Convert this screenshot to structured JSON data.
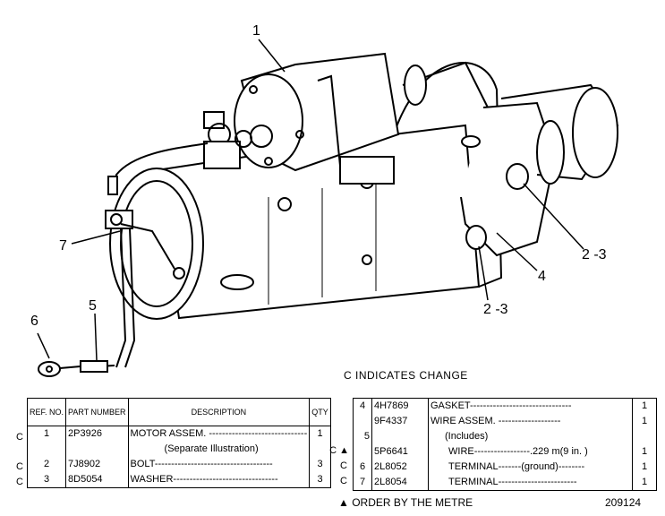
{
  "callouts": [
    "1",
    "2 -3",
    "2 -3",
    "4",
    "5",
    "6",
    "7"
  ],
  "change_note": "C INDICATES CHANGE",
  "left_table": {
    "headers": {
      "ref": "REF. NO.",
      "part": "PART NUMBER",
      "desc": "DESCRIPTION",
      "qty": "QTY"
    },
    "rows": [
      {
        "change": "C",
        "ref": "1",
        "part": "2P3926",
        "desc": "MOTOR ASSEM. ------------------------------",
        "desc2": "(Separate Illustration)",
        "qty": "1"
      },
      {
        "change": "C",
        "ref": "2",
        "part": "7J8902",
        "desc": "BOLT------------------------------------",
        "desc2": "",
        "qty": "3"
      },
      {
        "change": "C",
        "ref": "3",
        "part": "8D5054",
        "desc": "WASHER--------------------------------",
        "desc2": "",
        "qty": "3"
      }
    ]
  },
  "right_table": {
    "rows": [
      {
        "change": "",
        "ref": "4",
        "part": "4H7869",
        "desc": "GASKET-------------------------------",
        "qty": "1"
      },
      {
        "change": "",
        "ref": "",
        "part": "9F4337",
        "desc": "WIRE ASSEM. -------------------",
        "qty": "1"
      },
      {
        "change": "",
        "ref": "5",
        "part": "",
        "desc": "(Includes)",
        "qty": ""
      },
      {
        "change": "C ▲",
        "ref": "",
        "part": "5P6641",
        "desc": "WIRE-----------------.229 m(9 in. )",
        "qty": "1"
      },
      {
        "change": "C",
        "ref": "6",
        "part": "2L8052",
        "desc": "TERMINAL-------(ground)--------",
        "qty": "1"
      },
      {
        "change": "C",
        "ref": "7",
        "part": "2L8054",
        "desc": "TERMINAL------------------------",
        "qty": "1"
      }
    ]
  },
  "footer": {
    "order_note": "▲ ORDER BY THE METRE",
    "drawing_no": "209124"
  }
}
